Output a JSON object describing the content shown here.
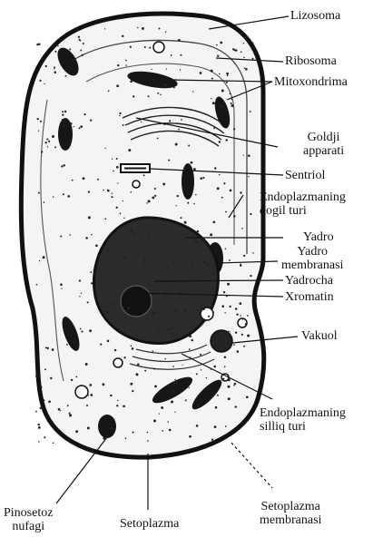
{
  "labels": {
    "lizosoma": "Lizosoma",
    "ribosoma": "Ribosoma",
    "mitoxondrima": "Mitoxondrima",
    "goldji_1": "Goldji",
    "goldji_2": "apparati",
    "sentriol": "Sentriol",
    "endo_dogil_1": "Endoplazmaning",
    "endo_dogil_2": "dogil turi",
    "yadro": "Yadro",
    "yadro_membranasi_1": "Yadro",
    "yadro_membranasi_2": "membranasi",
    "yadrocha": "Yadrocha",
    "xromatin": "Xromatin",
    "vakuol": "Vakuol",
    "endo_silliq_1": "Endoplazmaning",
    "endo_silliq_2": "silliq turi",
    "pinosetoz_1": "Pinosetoz",
    "pinosetoz_2": "nufagi",
    "setoplazma": "Setoplazma",
    "setoplazma_membranasi_1": "Setoplazma",
    "setoplazma_membranasi_2": "membranasi"
  },
  "colors": {
    "ink": "#111111",
    "cell_fill": "#f4f4f2",
    "organelle_fill": "#161616"
  }
}
